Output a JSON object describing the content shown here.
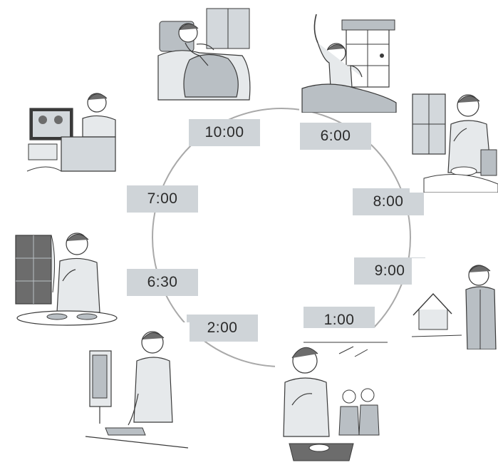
{
  "diagram": {
    "time_labels": {
      "t_10_00": "10:00",
      "t_6_00": "6:00",
      "t_8_00": "8:00",
      "t_9_00": "9:00",
      "t_1_00": "1:00",
      "t_2_00": "2:00",
      "t_6_30": "6:30",
      "t_7_00": "7:00"
    },
    "illustrations": [
      "man-in-bed-illustration",
      "man-waking-stretching-illustration",
      "man-eating-breakfast-illustration",
      "man-walking-outside-illustration",
      "man-eating-lunch-cafeteria-illustration",
      "man-working-computer-illustration",
      "man-eating-dinner-illustration",
      "man-watching-tv-illustration"
    ],
    "colors": {
      "label_fill": "#cfd4d8",
      "ring_stroke": "#a9a9a9",
      "line_art": "#3a3a3a",
      "shading": "#b9bfc4"
    }
  }
}
